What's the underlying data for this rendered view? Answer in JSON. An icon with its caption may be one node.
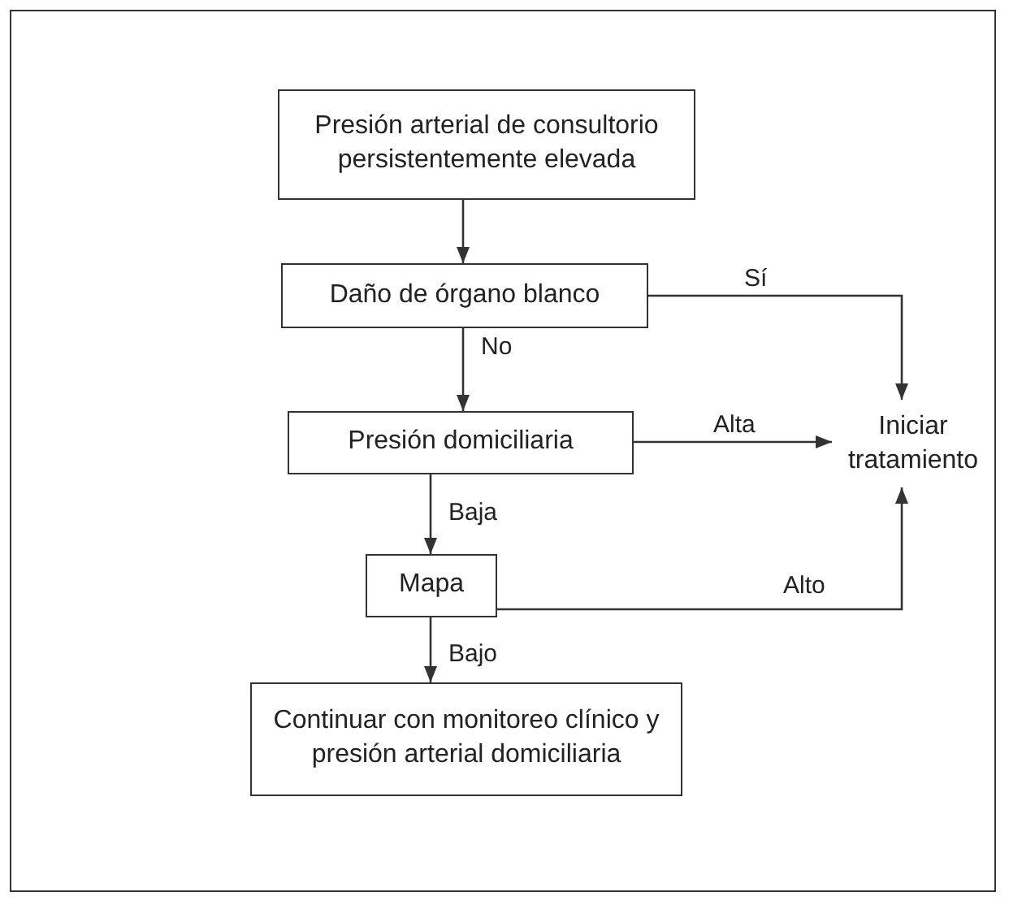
{
  "diagram": {
    "nodes": [
      {
        "text": [
          "Presión arterial de consultorio persistentemente elevada"
        ]
      },
      {
        "text": [
          "Daño de órgano blanco"
        ]
      },
      {
        "text": [
          "Presión domiciliaria"
        ]
      },
      {
        "text": [
          "Mapa"
        ]
      },
      {
        "text": [
          "Continuar con monitoreo clínico y presión arterial domiciliaria"
        ]
      },
      {
        "text": [
          "Iniciar tratamiento"
        ]
      }
    ],
    "edges": [
      {
        "from": 0,
        "to": 1,
        "arrow": "to"
      },
      {
        "from": 1,
        "to": 2,
        "arrow": "to",
        "label": "No"
      },
      {
        "from": 1,
        "to": 5,
        "arrow": "to",
        "label": "Sí"
      },
      {
        "from": 2,
        "to": 5,
        "arrow": "to",
        "label": "Alta"
      },
      {
        "from": 2,
        "to": 3,
        "arrow": "to",
        "label": "Baja"
      },
      {
        "from": 3,
        "to": 5,
        "arrow": "to",
        "label": "Alto"
      },
      {
        "from": 3,
        "to": 4,
        "arrow": "to",
        "label": "Bajo"
      }
    ]
  }
}
